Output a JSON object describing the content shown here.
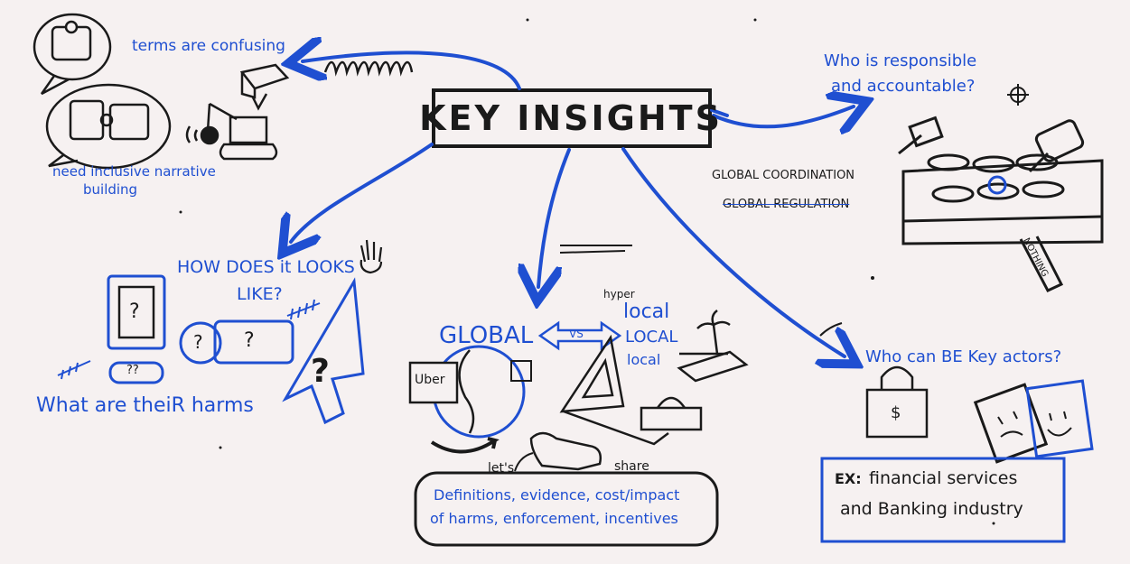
{
  "title": "KEY INSIGHTS",
  "topics": {
    "terms": "terms are confusing",
    "narrative_line1": "need inclusive narrative",
    "narrative_line2": "building",
    "responsible_line1": "Who is responsible",
    "responsible_line2": "and accountable?",
    "coordination": "GLOBAL COORDINATION",
    "regulation": "GLOBAL REGULATION",
    "nothing": "NOTHING",
    "looks_line1": "HOW DOES it LOOKS",
    "looks_line2": "LIKE?",
    "harms": "What are theiR harms",
    "global": "GLOBAL",
    "vs": "VS",
    "hyper": "hyper",
    "local1": "local",
    "local2": "LOCAL",
    "local3": "local",
    "uber": "Uber",
    "lets": "let's",
    "share": "share",
    "list_line1": "Definitions, evidence, cost/impact",
    "list_line2": "of harms, enforcement, incentives",
    "actors": "Who can BE Key actors?",
    "dollar": "$",
    "ex_label": "EX:",
    "ex_line1": "financial services",
    "ex_line2": "and Banking industry",
    "q": "?",
    "qq": "??"
  },
  "colors": {
    "ink": "#1a1a1a",
    "blue": "#1f4fd1",
    "paper": "#f6f1f1"
  },
  "icons": [
    "puzzle-icon",
    "speech-bubble-icon",
    "wrecking-crane-icon",
    "megaphone-icon",
    "gavel-icon",
    "whack-a-mole-icon",
    "target-icon",
    "hand-icon",
    "cursor-arrow-icon",
    "globe-icon",
    "amazon-smile-icon",
    "ruler-triangle-icon",
    "island-icon",
    "padlock-icon",
    "card-icon"
  ]
}
